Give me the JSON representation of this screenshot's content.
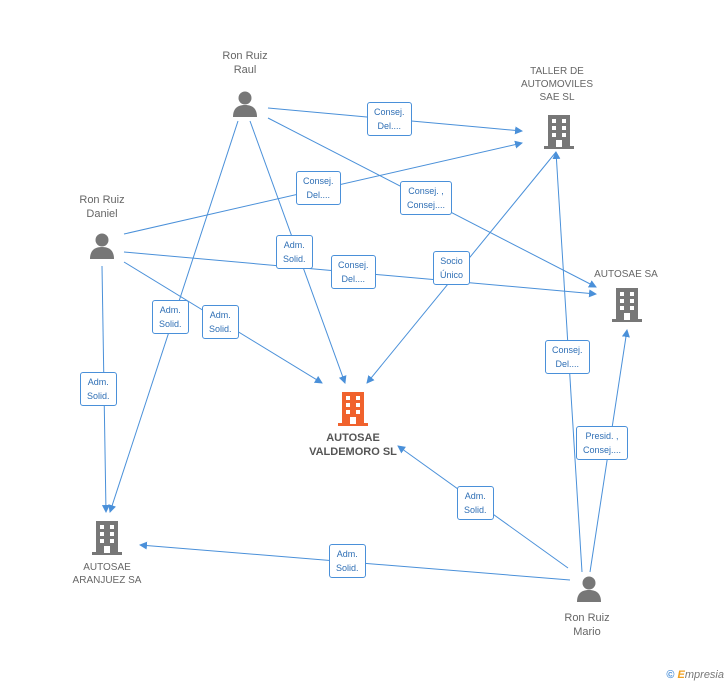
{
  "nodes": {
    "ron_ruiz_raul": {
      "label": "Ron Ruiz\nRaul",
      "type": "person"
    },
    "ron_ruiz_daniel": {
      "label": "Ron Ruiz\nDaniel",
      "type": "person"
    },
    "ron_ruiz_mario": {
      "label": "Ron Ruiz\nMario",
      "type": "person"
    },
    "taller": {
      "label": "TALLER DE\nAUTOMOVILES\nSAE SL",
      "type": "company"
    },
    "autosae_sa": {
      "label": "AUTOSAE SA",
      "type": "company"
    },
    "autosae_valdemoro": {
      "label": "AUTOSAE\nVALDEMORO SL",
      "type": "company-main"
    },
    "autosae_aranjuez": {
      "label": "AUTOSAE\nARANJUEZ SA",
      "type": "company"
    }
  },
  "edge_labels": {
    "raul_taller": "Consej.\nDel....",
    "raul_autosae_sa": "Consej. ,\nConsej....",
    "daniel_taller": "Consej.\nDel....",
    "raul_valdemoro": "Adm.\nSolid.",
    "daniel_autosae_sa": "Consej.\nDel....",
    "taller_valdemoro": "Socio\nÚnico",
    "raul_aranjuez": "Adm.\nSolid.",
    "daniel_valdemoro": "Adm.\nSolid.",
    "daniel_aranjuez": "Adm.\nSolid.",
    "mario_taller": "Consej.\nDel....",
    "mario_autosae_sa": "Presid. ,\nConsej....",
    "mario_valdemoro": "Adm.\nSolid.",
    "mario_aranjuez": "Adm.\nSolid."
  },
  "footer": {
    "copyright": "©",
    "brand_initial": "E",
    "brand_rest": "mpresia"
  },
  "colors": {
    "edge": "#4a90d9",
    "icon": "#777777",
    "main_icon": "#f0622d"
  }
}
